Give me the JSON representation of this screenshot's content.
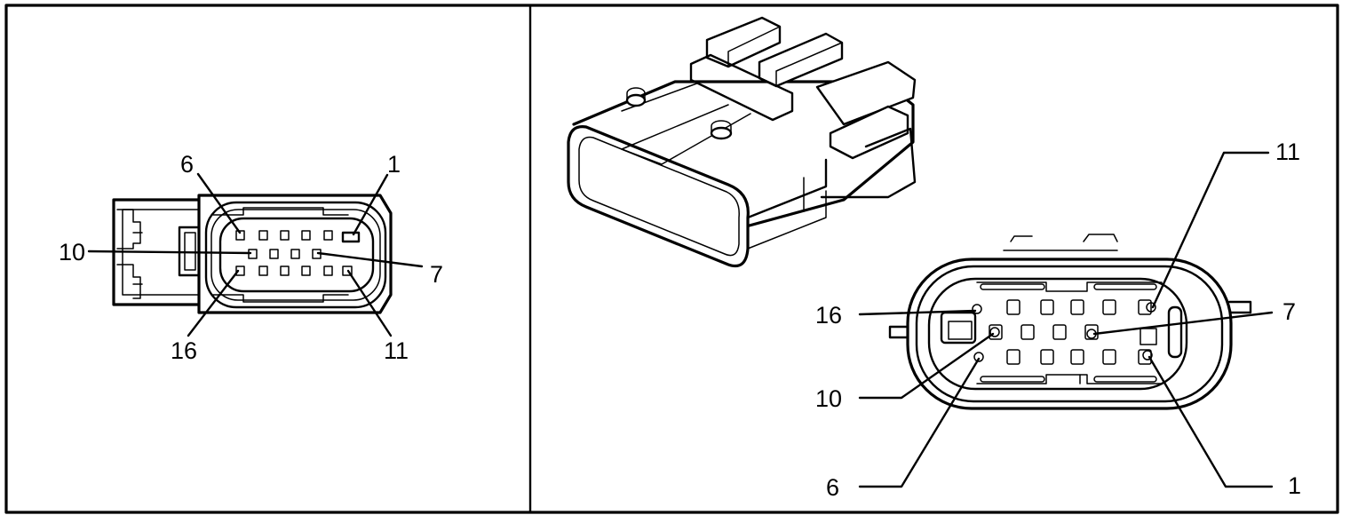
{
  "left_view": {
    "labels": {
      "pin_6": "6",
      "pin_1": "1",
      "pin_10": "10",
      "pin_7": "7",
      "pin_16": "16",
      "pin_11": "11"
    }
  },
  "right_view": {
    "labels": {
      "pin_11": "11",
      "pin_16": "16",
      "pin_7": "7",
      "pin_10": "10",
      "pin_6": "6",
      "pin_1": "1"
    }
  }
}
